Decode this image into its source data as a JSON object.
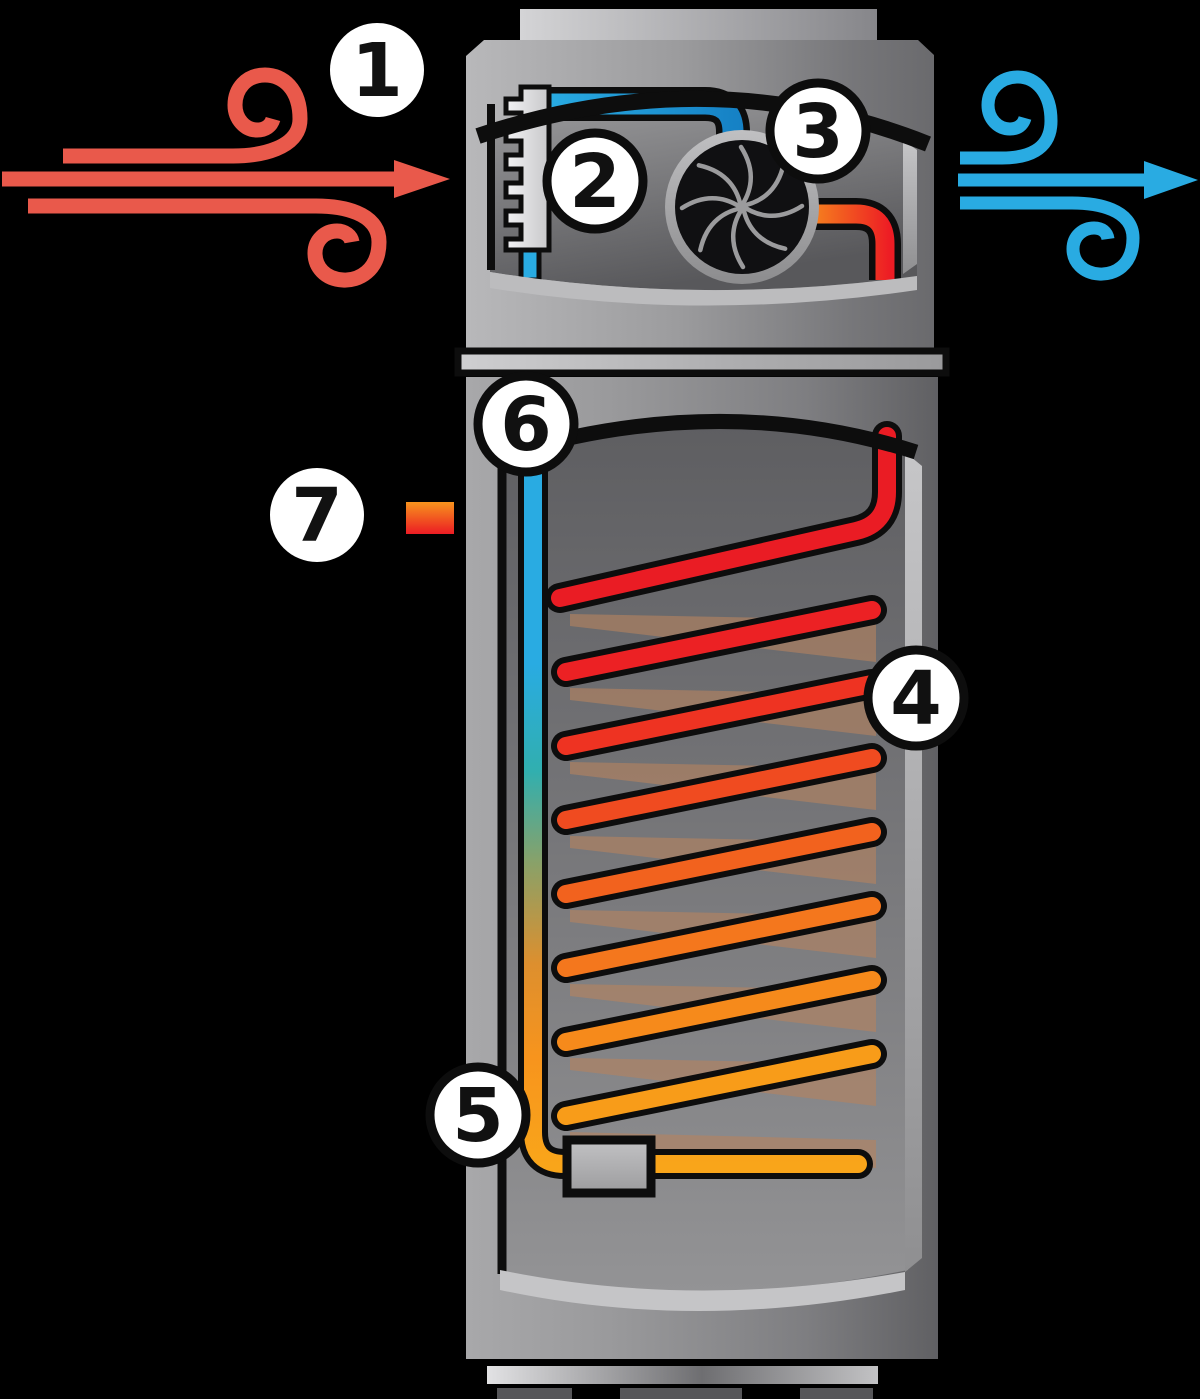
{
  "scene": {
    "background": "#000000",
    "type": "heat-pump-water-heater-cutaway"
  },
  "callouts": [
    {
      "label": "1"
    },
    {
      "label": "2"
    },
    {
      "label": "3"
    },
    {
      "label": "4"
    },
    {
      "label": "5"
    },
    {
      "label": "6"
    },
    {
      "label": "7"
    }
  ],
  "colors": {
    "warm_air": "#E9594B",
    "cool_air": "#29ABE2",
    "outline": "#0D0D0D",
    "callout_fill": "#FFFFFF",
    "callout_text": "#111111",
    "hot_refrigerant": "#ED1C24",
    "warm_refrigerant": "#F7941D",
    "cold_refrigerant": "#29ABE2",
    "casing_light": "#B8B8BA",
    "casing_dark": "#626264",
    "cavity_dark": "#5C5C5F",
    "fan_disc": "#101012",
    "fan_blade": "#9B9B9D",
    "compressor_body": "#B2B2B4"
  },
  "coil": {
    "pass_colors": [
      "#EA1C24",
      "#EC2124",
      "#EE3322",
      "#F04B20",
      "#F2621E",
      "#F4771D",
      "#F68A1B",
      "#F89C19",
      "#F9A51A"
    ],
    "back_pass_color": "#B5825F",
    "back_pass_opacity": "0.62"
  },
  "icons": {
    "warm_airflow": "wind-arrows-right-red",
    "cool_airflow": "wind-arrows-right-blue",
    "fan": "fan-swirl",
    "evaporator": "finned-coil-plate",
    "compressor": "compressor-box",
    "heating_element": "gradient-element-bar"
  }
}
